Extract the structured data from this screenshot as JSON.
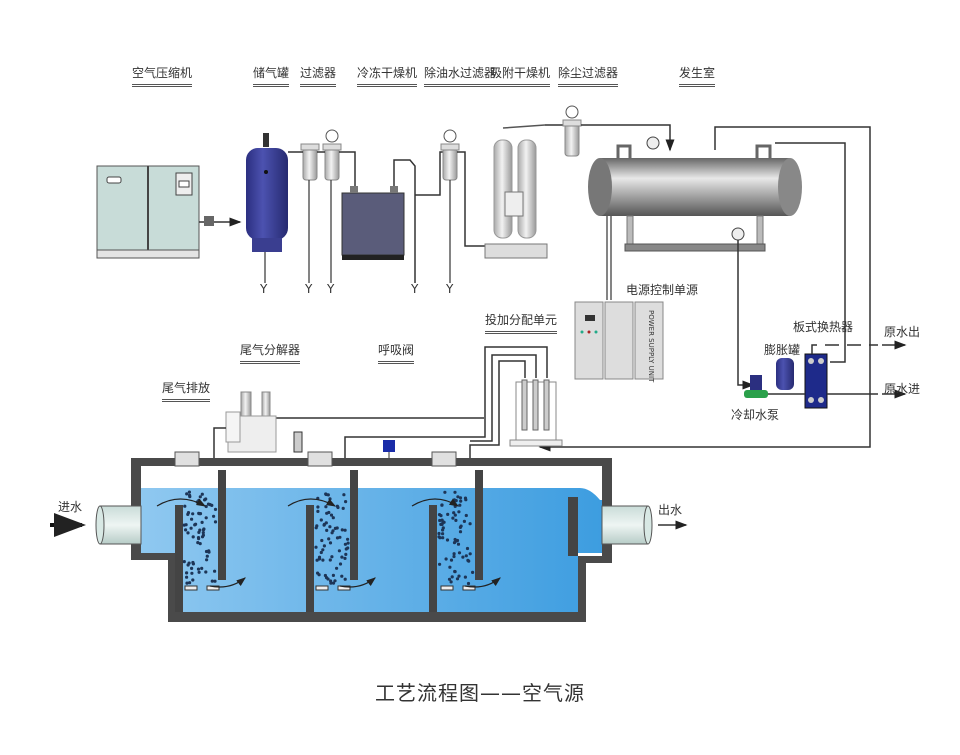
{
  "diagram": {
    "title": "工艺流程图——空气源",
    "equipment_labels": {
      "air_compressor": "空气压缩机",
      "air_tank": "储气罐",
      "filter": "过滤器",
      "refrigerated_dryer": "冷冻干燥机",
      "oil_water_filter": "除油水过滤器",
      "adsorption_dryer": "吸附干燥机",
      "dust_filter": "除尘过滤器",
      "generator_room": "发生室",
      "power_control_unit": "电源控制单源",
      "dosing_distribution_unit": "投加分配单元",
      "tail_gas_destructor": "尾气分解器",
      "breather_valve": "呼吸阀",
      "tail_gas_exhaust": "尾气排放",
      "plate_heat_exchanger": "板式换热器",
      "expansion_tank": "膨胀罐",
      "cooling_water_pump": "冷却水泵",
      "raw_water_out": "原水出",
      "raw_water_in": "原水进",
      "water_in": "进水",
      "water_out": "出水"
    },
    "psu_panel_text": "POWER SUPPLY UNIT",
    "drain_marker": "Y",
    "colors": {
      "water": "#5aaee8",
      "tank_wall": "#4a4a4a",
      "air_tank": "#3b3f9a",
      "dryer": "#5a5c7a",
      "heat_exchanger": "#1e2a8a",
      "pump": "#2aa04a",
      "pipe": "#333333"
    }
  }
}
